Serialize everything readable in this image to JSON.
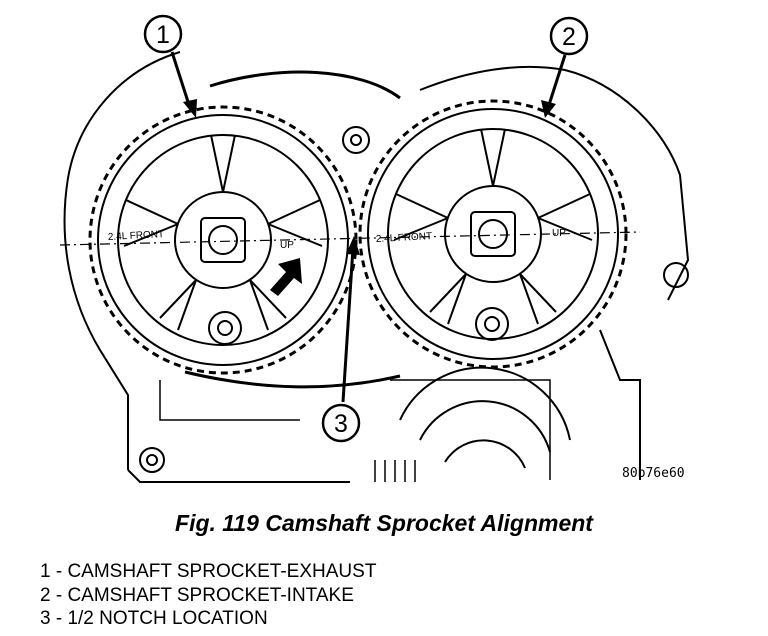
{
  "figure": {
    "callouts": [
      "1",
      "2",
      "3"
    ],
    "sprocket_labels": {
      "exhaust_front": "2.4L FRONT",
      "exhaust_up": "UP",
      "intake_front": "2.4L FRONT",
      "intake_up": "UP"
    },
    "image_code": "80b76e60",
    "caption": "Fig. 119 Camshaft Sprocket Alignment"
  },
  "legend": [
    "1 - CAMSHAFT SPROCKET-EXHAUST",
    "2 - CAMSHAFT SPROCKET-INTAKE",
    "3 - 1/2 NOTCH LOCATION"
  ]
}
